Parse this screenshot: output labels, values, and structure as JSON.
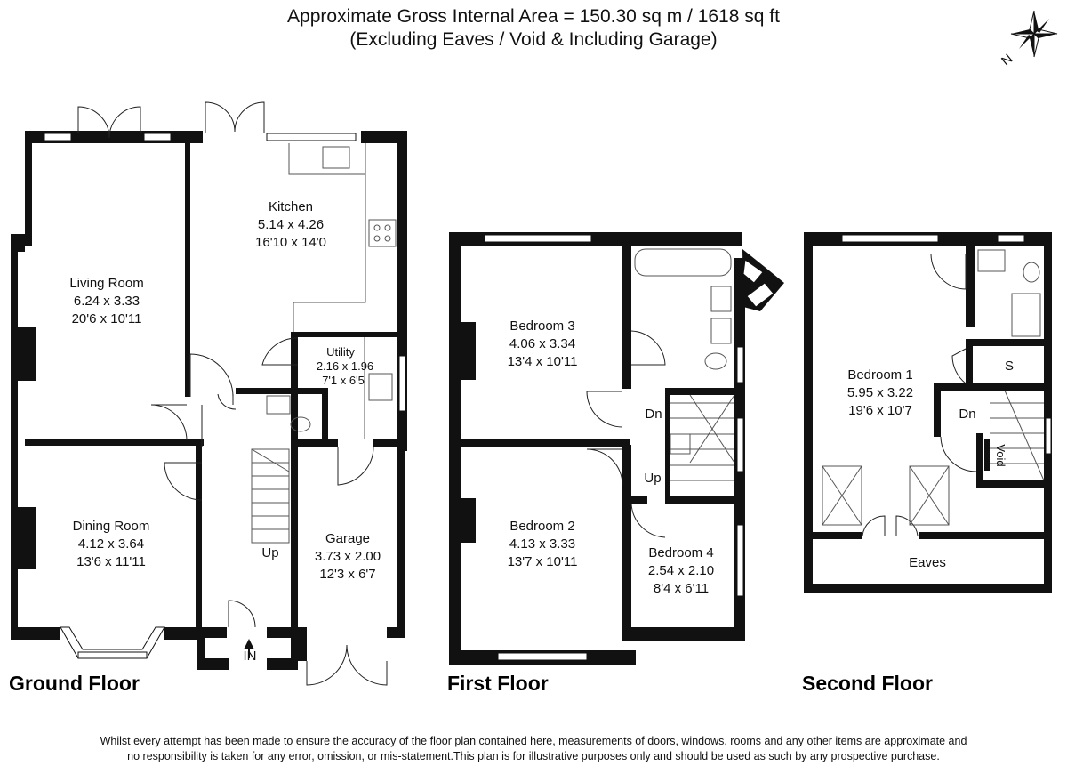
{
  "header": {
    "line1": "Approximate Gross Internal Area = 150.30 sq m / 1618 sq ft",
    "line2": "(Excluding Eaves / Void & Including Garage)"
  },
  "compass": {
    "label": "N"
  },
  "ground_floor": {
    "label": "Ground Floor",
    "rooms": {
      "kitchen": {
        "name": "Kitchen",
        "metric": "5.14 x 4.26",
        "imperial": "16'10 x 14'0"
      },
      "living": {
        "name": "Living Room",
        "metric": "6.24 x 3.33",
        "imperial": "20'6 x 10'11"
      },
      "utility": {
        "name": "Utility",
        "metric": "2.16 x 1.96",
        "imperial": "7'1 x 6'5"
      },
      "dining": {
        "name": "Dining Room",
        "metric": "4.12 x 3.64",
        "imperial": "13'6 x 11'11"
      },
      "garage": {
        "name": "Garage",
        "metric": "3.73 x 2.00",
        "imperial": "12'3 x 6'7"
      }
    },
    "stair_up": "Up",
    "entrance": "IN"
  },
  "first_floor": {
    "label": "First Floor",
    "rooms": {
      "bed3": {
        "name": "Bedroom 3",
        "metric": "4.06 x 3.34",
        "imperial": "13'4 x 10'11"
      },
      "bed2": {
        "name": "Bedroom 2",
        "metric": "4.13 x 3.33",
        "imperial": "13'7 x 10'11"
      },
      "bed4": {
        "name": "Bedroom 4",
        "metric": "2.54 x 2.10",
        "imperial": "8'4 x 6'11"
      }
    },
    "stair_dn": "Dn",
    "stair_up": "Up"
  },
  "second_floor": {
    "label": "Second Floor",
    "rooms": {
      "bed1": {
        "name": "Bedroom 1",
        "metric": "5.95 x 3.22",
        "imperial": "19'6 x 10'7"
      }
    },
    "store": "S",
    "stair_dn": "Dn",
    "void": "Void",
    "eaves": "Eaves"
  },
  "disclaimer": {
    "line1": "Whilst every attempt has been made to ensure the accuracy of the floor plan contained here, measurements of doors, windows, rooms and any other items are approximate and",
    "line2": "no responsibility is taken for any error, omission, or mis-statement.This plan is for illustrative purposes only and should be used as such by any prospective purchase."
  }
}
